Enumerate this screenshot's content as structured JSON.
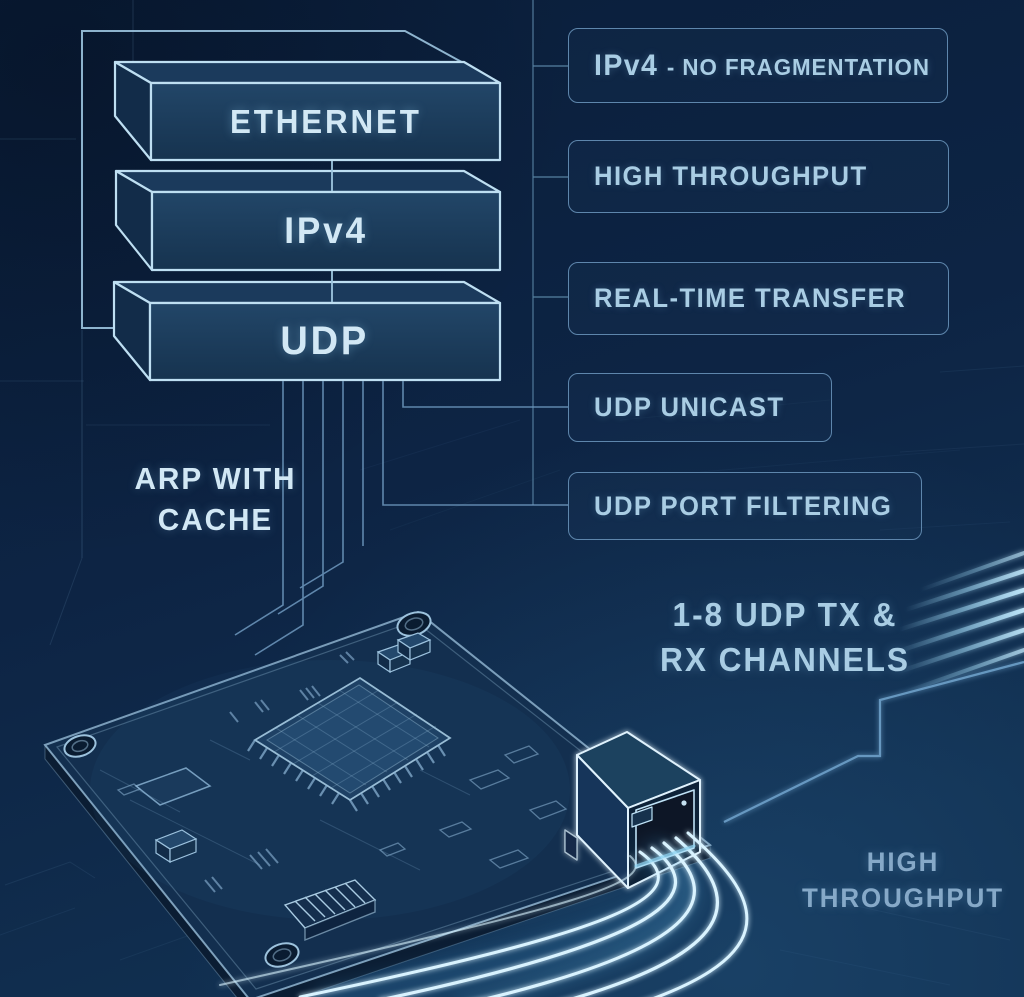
{
  "stack": {
    "blocks": [
      {
        "label": "ETHERNET"
      },
      {
        "label": "IPv4"
      },
      {
        "label": "UDP"
      }
    ]
  },
  "features": [
    {
      "label_main": "IPv4",
      "label_sub": "- NO FRAGMENTATION"
    },
    {
      "label": "HIGH THROUGHPUT"
    },
    {
      "label": "REAL-TIME TRANSFER"
    },
    {
      "label": "UDP UNICAST"
    },
    {
      "label": "UDP PORT FILTERING"
    }
  ],
  "annotations": {
    "arp_line1": "ARP WITH",
    "arp_line2": "CACHE",
    "channels_line1": "1-8 UDP TX &",
    "channels_line2": "RX CHANNELS",
    "throughput_line1": "HIGH",
    "throughput_line2": "THROUGHPUT"
  },
  "colors": {
    "background": "#0c2342",
    "panel_fill": "#1d3e60",
    "outline_bright": "#bedff2",
    "outline_muted": "#5d87ab",
    "box_border": "#5e86ac",
    "label": "#a9cde4",
    "label_bright": "#d2e8f5",
    "label_dim": "#86a9c8",
    "glow": "#9fdcf8"
  }
}
